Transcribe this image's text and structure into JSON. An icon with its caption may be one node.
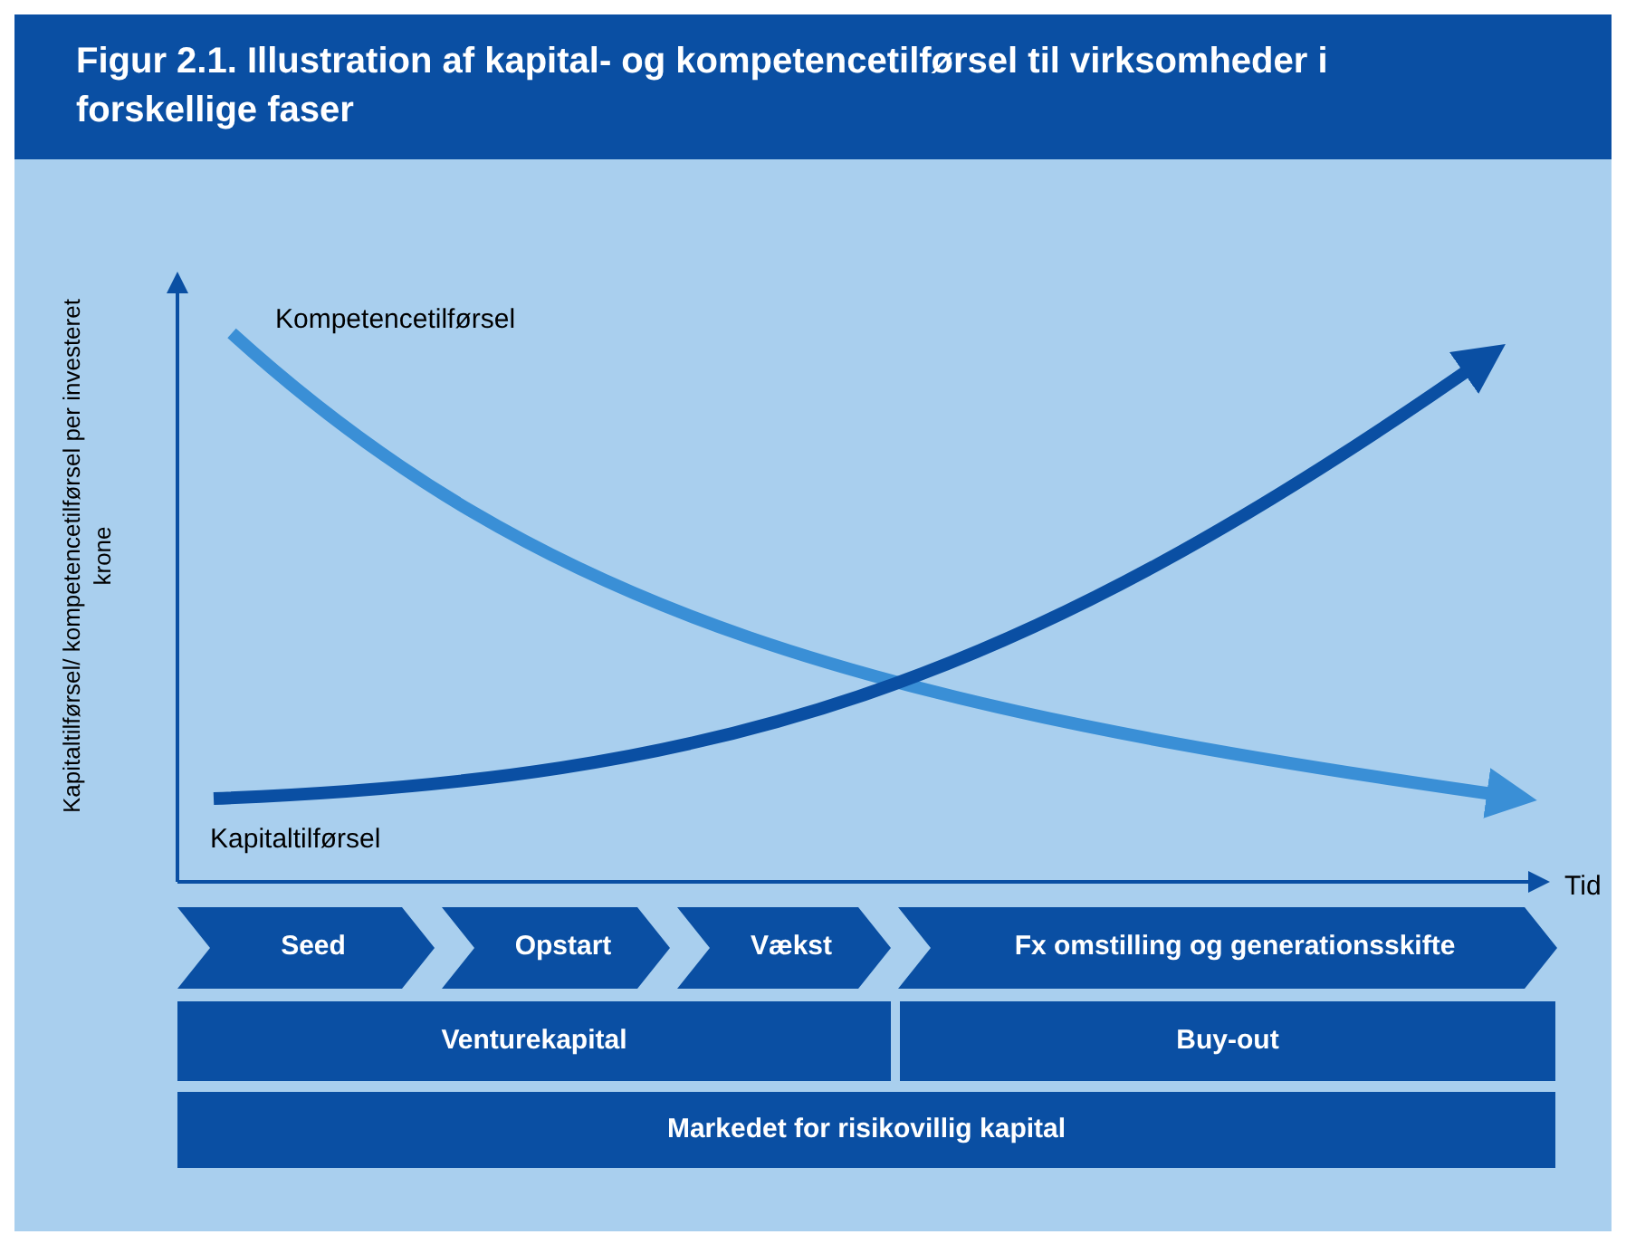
{
  "diagram": {
    "title": "Figur 2.1. Illustration af kapital- og kompetencetilførsel til virksomheder i forskellige faser",
    "nodes": [
      {
        "text": [
          "Seed"
        ]
      },
      {
        "text": [
          "Opstart"
        ]
      },
      {
        "text": [
          "Vækst"
        ]
      },
      {
        "text": [
          "Fx omstilling og generationsskifte"
        ]
      },
      {
        "text": [
          "Venturekapital"
        ]
      },
      {
        "text": [
          "Buy-out"
        ]
      },
      {
        "text": [
          "Markedet for risikovillig kapital"
        ]
      }
    ],
    "labels": [
      "Kompetencetilførsel",
      "Kapitaltilførsel/ kompetencetilførsel per investeret krone",
      "Kapitaltilførsel",
      "Tid"
    ]
  }
}
